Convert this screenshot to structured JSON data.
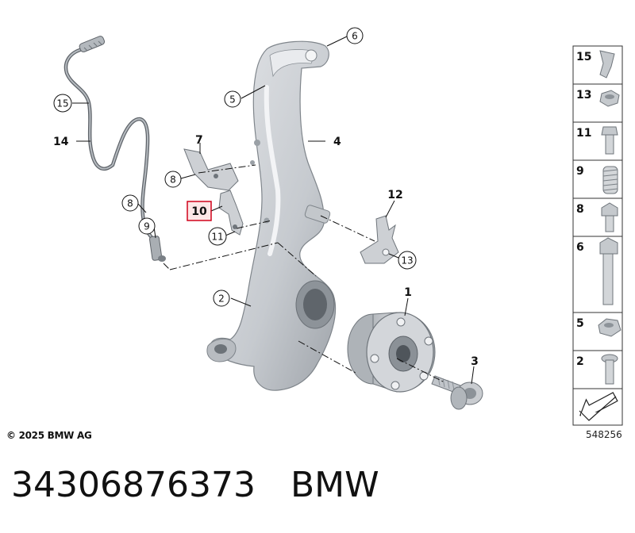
{
  "callouts": {
    "c1": "1",
    "c2": "2",
    "c3": "3",
    "c4": "4",
    "c5": "5",
    "c6": "6",
    "c7": "7",
    "c8a": "8",
    "c8b": "8",
    "c9": "9",
    "c10": "10",
    "c11": "11",
    "c12": "12",
    "c13": "13",
    "c14": "14",
    "c15": "15"
  },
  "panel": [
    "15",
    "13",
    "11",
    "9",
    "8",
    "6",
    "5",
    "2"
  ],
  "copyright": "© 2025 BMW AG",
  "diagram_id": "548256",
  "footer": {
    "part_number": "34306876373",
    "brand": "BMW"
  },
  "colors": {
    "part_fill": "#cfd2d6",
    "part_dark": "#9ea3a9",
    "highlight": "#d0021b",
    "highlight_bg": "#fde7e7"
  }
}
